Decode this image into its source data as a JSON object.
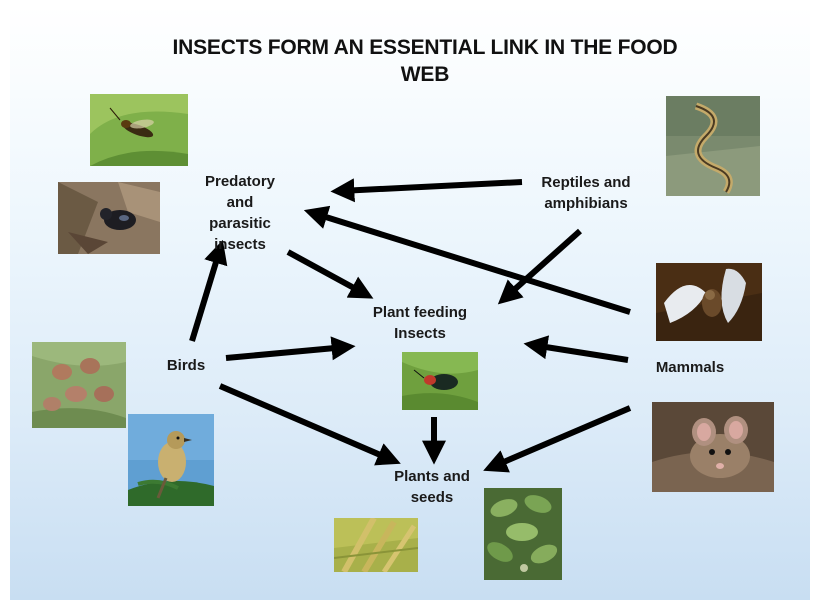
{
  "title_line1": "INSECTS FORM AN ESSENTIAL LINK IN THE FOOD",
  "title_line2": "WEB",
  "nodes": {
    "predatory": [
      "Predatory",
      "and",
      "parasitic",
      "insects"
    ],
    "reptiles": [
      "Reptiles and",
      "amphibians"
    ],
    "plant_feeding": [
      "Plant feeding",
      "Insects"
    ],
    "birds": [
      "Birds"
    ],
    "mammals": [
      "Mammals"
    ],
    "plants": [
      "Plants and",
      "seeds"
    ]
  },
  "images": {
    "wasp": "wasp-insect-photo",
    "beetle_dark": "ground-beetle-photo",
    "snake": "snake-photo",
    "bat": "bat-photo",
    "eggs": "bird-eggs-nest-photo",
    "bird": "songbird-photo",
    "leaf_beetle": "leaf-beetle-photo",
    "mouse": "mouse-photo",
    "grain": "wheat-grain-photo",
    "plant": "leafy-plant-photo"
  },
  "arrows": [
    {
      "from": "reptiles",
      "to": "predatory"
    },
    {
      "from": "reptiles",
      "to": "plant_feeding"
    },
    {
      "from": "mammals",
      "to": "predatory"
    },
    {
      "from": "mammals",
      "to": "plant_feeding"
    },
    {
      "from": "mammals",
      "to": "plants"
    },
    {
      "from": "birds",
      "to": "predatory"
    },
    {
      "from": "birds",
      "to": "plant_feeding"
    },
    {
      "from": "birds",
      "to": "plants"
    },
    {
      "from": "predatory",
      "to": "plant_feeding"
    },
    {
      "from": "plant_feeding",
      "to": "plants"
    }
  ]
}
